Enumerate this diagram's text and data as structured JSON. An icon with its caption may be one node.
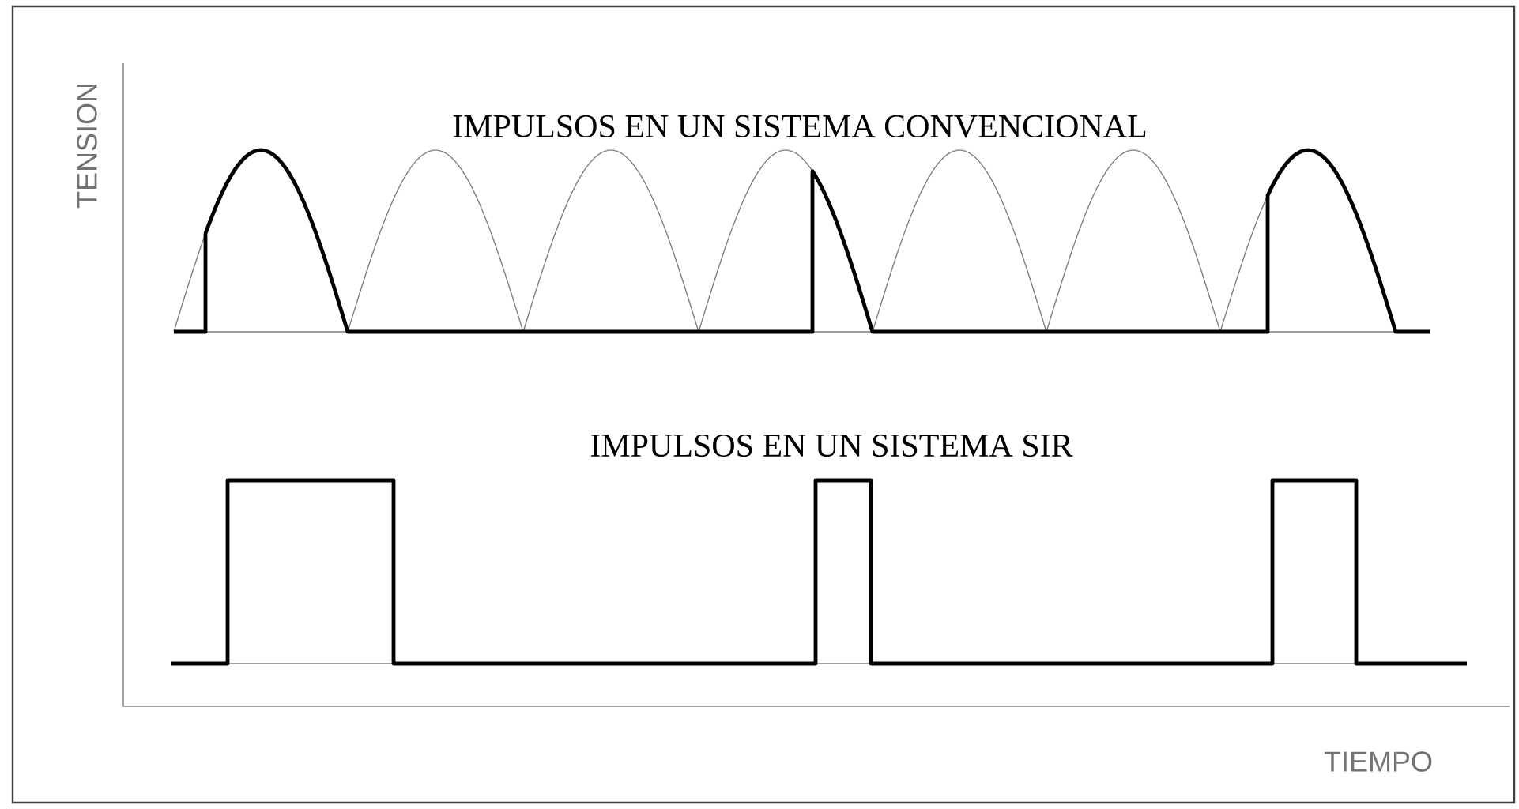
{
  "diagram": {
    "labels": [
      "TENSION",
      "IMPULSOS EN UN SISTEMA CONVENCIONAL",
      "IMPULSOS EN UN SISTEMA SIR",
      "TIEMPO"
    ]
  }
}
